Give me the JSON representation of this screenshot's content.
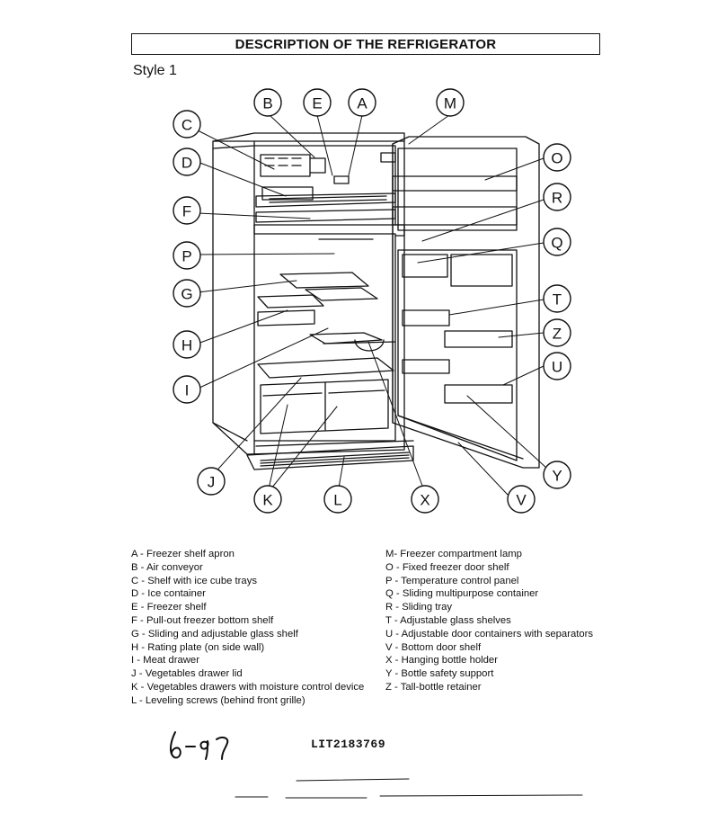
{
  "header": {
    "title": "DESCRIPTION OF THE REFRIGERATOR"
  },
  "style_label": "Style 1",
  "callouts": [
    "A",
    "B",
    "C",
    "D",
    "E",
    "F",
    "G",
    "H",
    "I",
    "J",
    "K",
    "L",
    "M",
    "O",
    "P",
    "Q",
    "R",
    "T",
    "U",
    "V",
    "X",
    "Y",
    "Z"
  ],
  "legend_left": [
    "A - Freezer shelf apron",
    "B - Air conveyor",
    "C - Shelf with ice cube trays",
    "D - Ice container",
    "E - Freezer shelf",
    "F - Pull-out freezer bottom shelf",
    "G - Sliding and adjustable glass shelf",
    "H - Rating plate (on side wall)",
    "I  - Meat drawer",
    "J  - Vegetables drawer lid",
    "K - Vegetables drawers with moisture control device",
    "L - Leveling screws (behind front grille)"
  ],
  "legend_right": [
    "M- Freezer compartment lamp",
    "O - Fixed freezer door shelf",
    "P - Temperature control panel",
    "Q - Sliding multipurpose container",
    "R - Sliding tray",
    "T - Adjustable glass shelves",
    "U - Adjustable door containers with separators",
    "V - Bottom door shelf",
    "X - Hanging bottle holder",
    "Y - Bottle safety support",
    "Z - Tall-bottle retainer"
  ],
  "handwritten_note": "6-97",
  "doc_code": "LIT2183769"
}
